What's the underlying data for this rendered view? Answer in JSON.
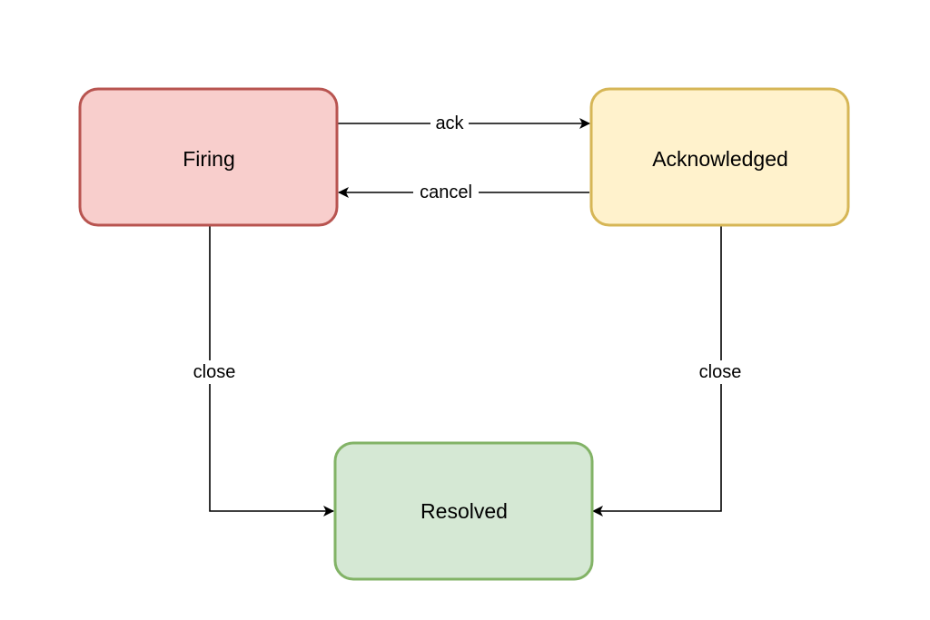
{
  "diagram": {
    "nodes": {
      "firing": {
        "label": "Firing",
        "fill": "#f8cecc",
        "stroke": "#b85450"
      },
      "acknowledged": {
        "label": "Acknowledged",
        "fill": "#fff2cc",
        "stroke": "#d6b656"
      },
      "resolved": {
        "label": "Resolved",
        "fill": "#d5e8d4",
        "stroke": "#82b366"
      }
    },
    "edges": {
      "ack": {
        "label": "ack"
      },
      "cancel": {
        "label": "cancel"
      },
      "firing_close": {
        "label": "close"
      },
      "acknowledged_close": {
        "label": "close"
      }
    },
    "edge_color": "#000000"
  }
}
